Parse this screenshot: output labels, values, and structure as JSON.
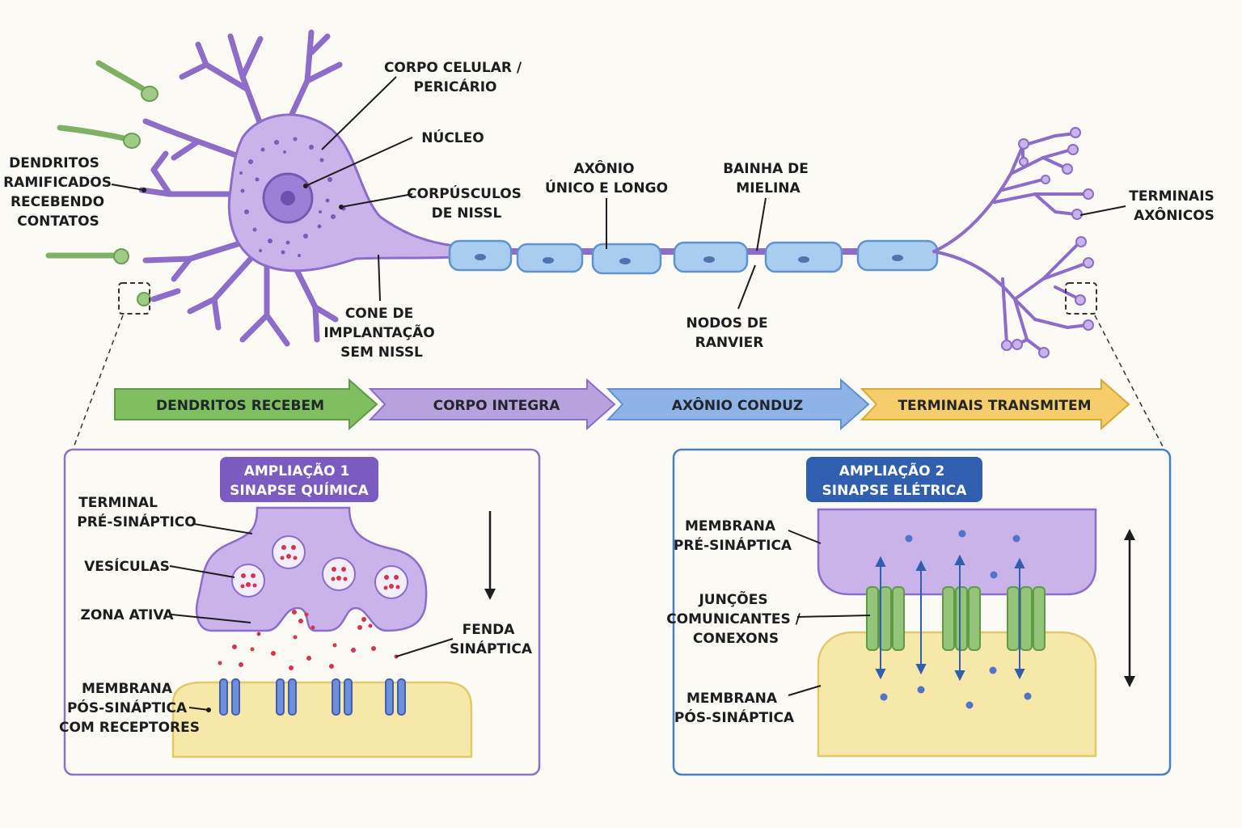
{
  "labels": {
    "dendrites": [
      "DENDRITOS",
      "RAMIFICADOS",
      "RECEBENDO",
      "CONTATOS"
    ],
    "cell_body": [
      "CORPO CELULAR /",
      "PERICÁRIO"
    ],
    "nucleus": "NÚCLEO",
    "nissl": [
      "CORPÚSCULOS",
      "DE NISSL"
    ],
    "hillock": [
      "CONE DE",
      "IMPLANTAÇÃO",
      "SEM NISSL"
    ],
    "axon": [
      "AXÔNIO",
      "ÚNICO E LONGO"
    ],
    "myelin": [
      "BAINHA DE",
      "MIELINA"
    ],
    "ranvier": [
      "NODOS DE",
      "RANVIER"
    ],
    "terminals": [
      "TERMINAIS",
      "AXÔNICOS"
    ]
  },
  "flow": [
    {
      "label": "DENDRITOS RECEBEM",
      "color": "#7fbf5f"
    },
    {
      "label": "CORPO INTEGRA",
      "color": "#b7a2dd"
    },
    {
      "label": "AXÔNIO CONDUZ",
      "color": "#8fb3e6"
    },
    {
      "label": "TERMINAIS TRANSMITEM",
      "color": "#f5cd6a"
    }
  ],
  "zoom1": {
    "title": [
      "AMPLIAÇÃO 1",
      "SINAPSE QUÍMICA"
    ],
    "presyn": [
      "TERMINAL",
      "PRÉ-SINÁPTICO"
    ],
    "vesicles": "VESÍCULAS",
    "active_zone": "ZONA ATIVA",
    "cleft": [
      "FENDA",
      "SINÁPTICA"
    ],
    "postsyn": [
      "MEMBRANA",
      "PÓS-SINÁPTICA",
      "COM RECEPTORES"
    ]
  },
  "zoom2": {
    "title": [
      "AMPLIAÇÃO 2",
      "SINAPSE ELÉTRICA"
    ],
    "presyn": [
      "MEMBRANA",
      "PRÉ-SINÁPTICA"
    ],
    "junctions": [
      "JUNÇÕES",
      "COMUNICANTES /",
      "CONEXONS"
    ],
    "postsyn": [
      "MEMBRANA",
      "PÓS-SINÁPTICA"
    ]
  },
  "colors": {
    "neuron": "#c9b3ea",
    "neuron_stroke": "#8e6cc9",
    "myelin": "#a9cdf0",
    "contact": "#9fcc85",
    "zoom1_border": "#8e72c4",
    "zoom2_border": "#4b7fc4"
  }
}
